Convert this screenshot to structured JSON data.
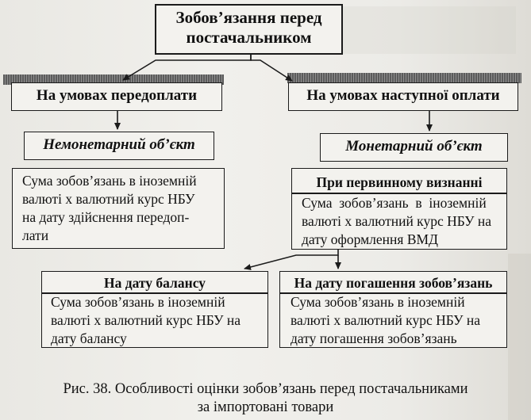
{
  "top_box": {
    "line1": "Зобов’язання перед",
    "line2": "постачальником"
  },
  "left_branch": {
    "header": "На умовах передоплати",
    "object": "Немонетарний об’єкт",
    "desc_lines": [
      "Сума зобов’язань в іноземній",
      "валюті х валютний курс НБУ",
      "на дату здійснення передоп-",
      "лати"
    ]
  },
  "right_branch": {
    "header": "На умовах наступної оплати",
    "object": "Монетарний об’єкт",
    "initial_title": "При первинному визнанні",
    "initial_lines": [
      "Сума  зобов’язань  в  іноземній",
      "валюті х валютний курс НБУ на",
      "дату оформлення ВМД"
    ]
  },
  "balance_box": {
    "title": "На дату балансу",
    "lines": [
      "Сума зобов’язань в іноземній",
      "валюті х валютний курс НБУ на",
      "дату балансу"
    ]
  },
  "repayment_box": {
    "title": "На дату погашення зобов’язань",
    "lines": [
      "Сума зобов’язань в іноземній",
      "валюті х валютний курс НБУ на",
      "дату погашення зобов’язань"
    ]
  },
  "caption": {
    "line1": "Рис. 38. Особливості оцінки зобов’язань перед постачальниками",
    "line2": "за імпортовані товари"
  },
  "colors": {
    "paper": "#ecebe6",
    "ink": "#1b1b1b",
    "shadow": "#6a6a6a"
  }
}
